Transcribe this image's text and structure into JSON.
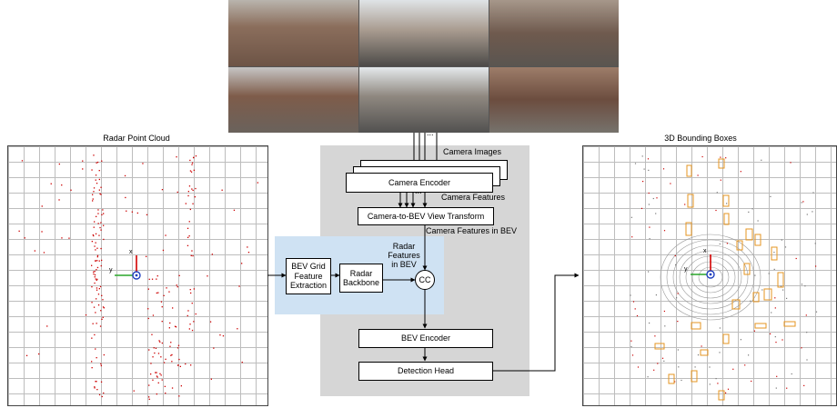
{
  "radar_panel": {
    "title": "Radar Point Cloud",
    "axis_x": "x",
    "axis_y": "y"
  },
  "bbox_panel": {
    "title": "3D Bounding Boxes",
    "axis_x": "x",
    "axis_y": "y"
  },
  "pipeline": {
    "camera_images_label": "Camera Images",
    "camera_encoder": "Camera Encoder",
    "camera_features_label": "Camera Features",
    "view_transform": "Camera-to-BEV View Transform",
    "camera_features_bev_label": "Camera Features in BEV",
    "radar_features_bev_label": "Radar Features in BEV",
    "bev_grid_feature_extraction": "BEV Grid Feature Extraction",
    "radar_backbone": "Radar Backbone",
    "concat": "CC",
    "bev_encoder": "BEV Encoder",
    "detection_head": "Detection Head",
    "ellipsis": "..."
  },
  "colors": {
    "gray_bg": "#d6d6d6",
    "blue_bg": "#cfe2f3",
    "radar_points": "#cc0000",
    "boxes": "#e69520",
    "axis_x": "#d40000",
    "axis_y": "#2aa52a",
    "ego": "#1f3fbf"
  }
}
